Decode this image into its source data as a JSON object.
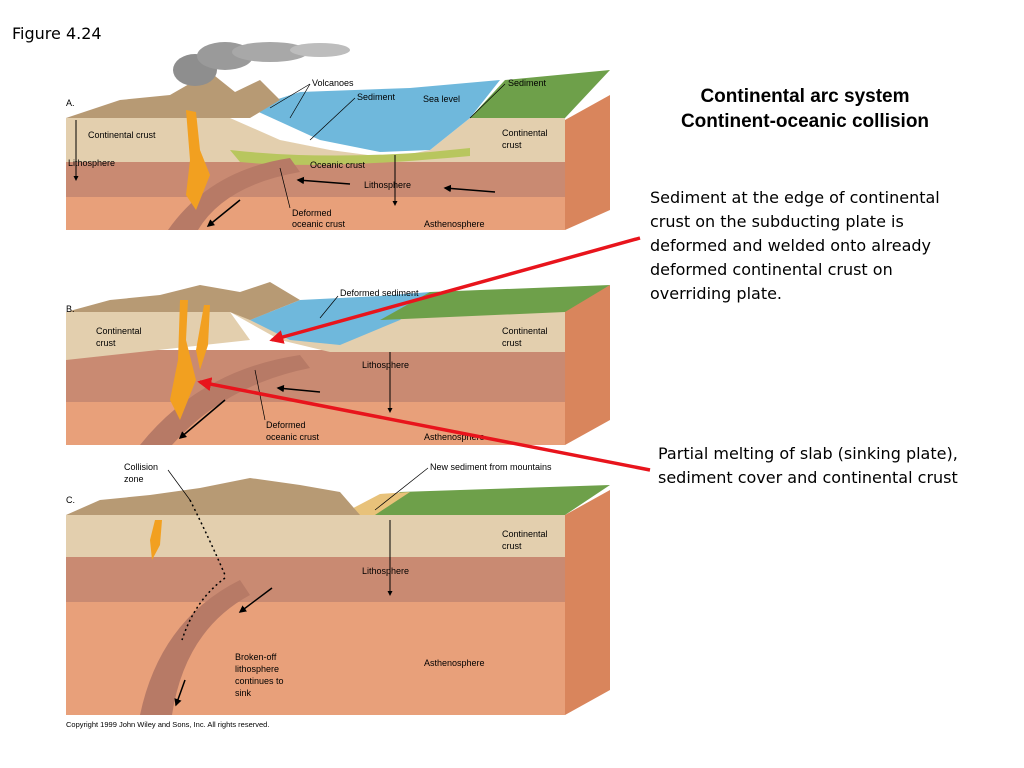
{
  "figure_label": "Figure 4.24",
  "title": {
    "line1": "Continental arc system",
    "line2": "Continent-oceanic collision"
  },
  "notes": {
    "sediment_note": "Sediment at the edge of continental crust on the subducting plate is deformed and welded onto already deformed continental crust on overriding plate.",
    "melting_note": "Partial melting of slab (sinking plate), sediment cover and continental crust"
  },
  "panels": {
    "a": {
      "letter": "A.",
      "labels": {
        "volcanoes": "Volcanoes",
        "sediment_left": "Sediment",
        "sea_level": "Sea level",
        "sediment_right": "Sediment",
        "continental_crust_left": "Continental crust",
        "lithosphere_left": "Lithosphere",
        "oceanic_crust": "Oceanic crust",
        "lithosphere_center": "Lithosphere",
        "continental_crust_right_1": "Continental",
        "continental_crust_right_2": "crust",
        "deformed_1": "Deformed",
        "deformed_2": "oceanic crust",
        "asthenosphere": "Asthenosphere"
      }
    },
    "b": {
      "letter": "B.",
      "labels": {
        "deformed_sediment": "Deformed sediment",
        "continental_left_1": "Continental",
        "continental_left_2": "crust",
        "continental_right_1": "Continental",
        "continental_right_2": "crust",
        "lithosphere": "Lithosphere",
        "deformed_1": "Deformed",
        "deformed_2": "oceanic crust",
        "asthenosphere": "Asthenosphere"
      }
    },
    "c": {
      "letter": "C.",
      "labels": {
        "collision_1": "Collision",
        "collision_2": "zone",
        "new_sediment": "New sediment from mountains",
        "continental_right_1": "Continental",
        "continental_right_2": "crust",
        "lithosphere": "Lithosphere",
        "asthenosphere": "Asthenosphere",
        "broken_1": "Broken-off",
        "broken_2": "lithosphere",
        "broken_3": "continues to",
        "broken_4": "sink"
      }
    }
  },
  "copyright": "Copyright 1999 John Wiley and Sons, Inc. All rights reserved.",
  "colors": {
    "pointer_arrow": "#e8141c",
    "asthenosphere": "#e8a07a",
    "lithosphere_mantle": "#c98a72",
    "continental_crust": "#e3cfae",
    "ocean": "#6fb8dc",
    "land_green": "#6ea04a",
    "magma": "#f2a020"
  }
}
